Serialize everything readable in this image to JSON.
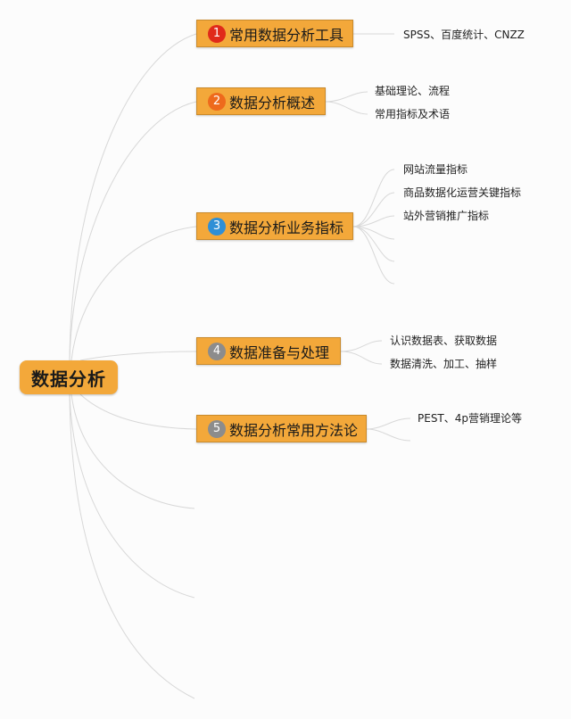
{
  "root": {
    "label": "数据分析"
  },
  "topics": [
    {
      "number": "1",
      "label": "常用数据分析工具",
      "badge_color": "#e02a1a",
      "children": [
        "SPSS、百度统计、CNZZ"
      ]
    },
    {
      "number": "2",
      "label": "数据分析概述",
      "badge_color": "#ee6a1c",
      "children": [
        "基础理论、流程",
        "常用指标及术语"
      ]
    },
    {
      "number": "3",
      "label": "数据分析业务指标",
      "badge_color": "#2f8fd6",
      "children": [
        "网站流量指标",
        "商品数据化运营关键指标",
        "站外营销推广指标"
      ]
    },
    {
      "number": "4",
      "label": "数据准备与处理",
      "badge_color": "#8c8c8c",
      "children": [
        "认识数据表、获取数据",
        "数据清洗、加工、抽样"
      ]
    },
    {
      "number": "5",
      "label": "数据分析常用方法论",
      "badge_color": "#8c8c8c",
      "children": [
        "PEST、4p营销理论等"
      ]
    }
  ]
}
